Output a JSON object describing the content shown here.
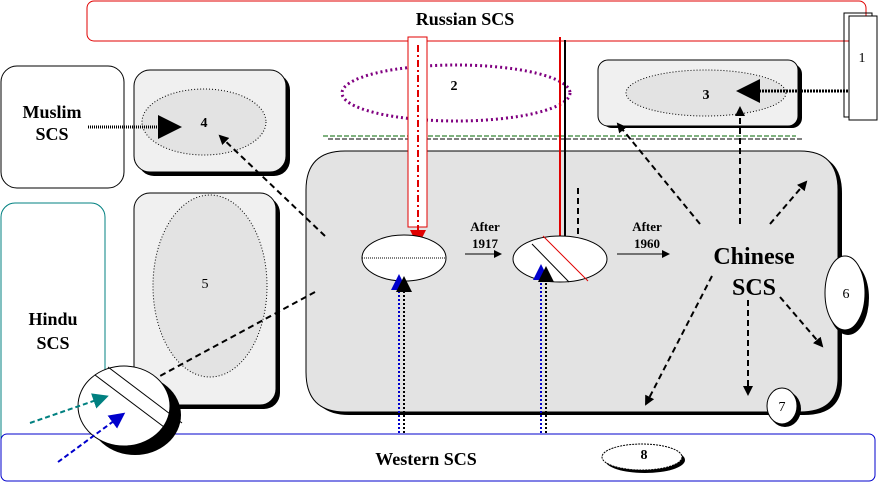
{
  "title": "Russian SCS",
  "regions": {
    "russian": "Russian SCS",
    "muslim_line1": "Muslim",
    "muslim_line2": "SCS",
    "hindu_line1": "Hindu",
    "hindu_line2": "SCS",
    "western": "Western SCS",
    "chinese_line1": "Chinese",
    "chinese_line2": "SCS"
  },
  "transitions": [
    {
      "line1": "After",
      "line2": "1917"
    },
    {
      "line1": "After",
      "line2": "1960"
    }
  ],
  "markers": [
    "1",
    "2",
    "3",
    "4",
    "5",
    "6",
    "7",
    "8"
  ],
  "colors": {
    "russian": "#e00000",
    "hindu": "#008080",
    "western": "#0000cc",
    "purple": "#800080",
    "green": "#006600",
    "chinese_fill": "#e3e3e3",
    "box_fill": "#f0f0f0"
  }
}
